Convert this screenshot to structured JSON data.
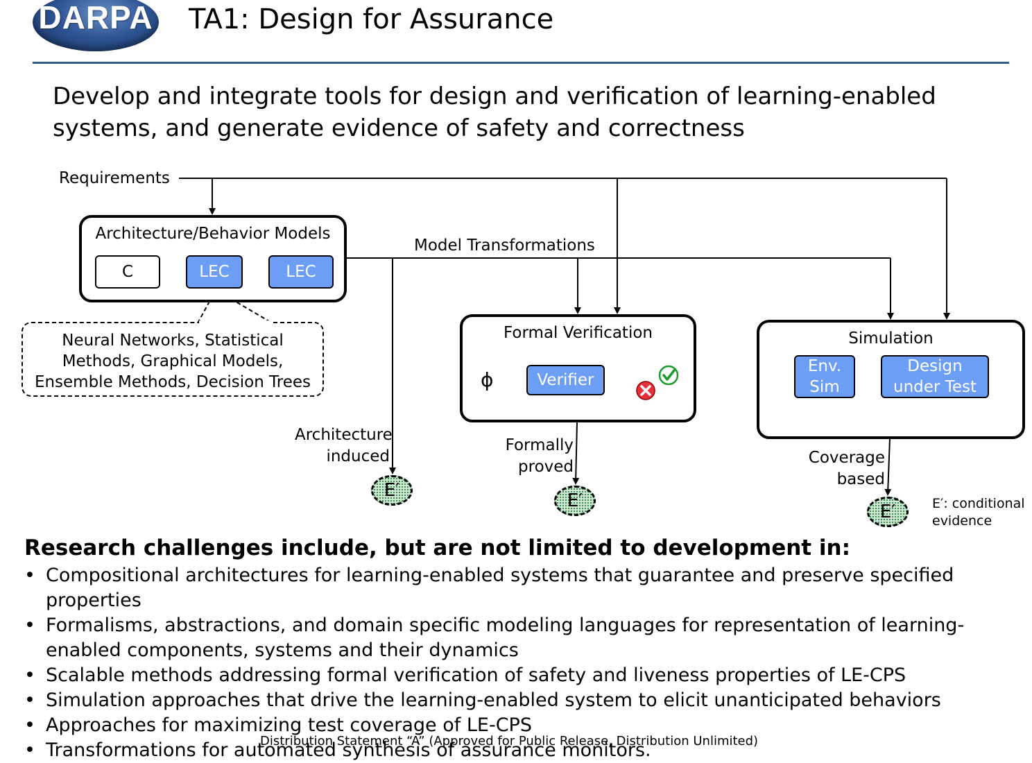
{
  "header": {
    "logo_text": "DARPA",
    "title": "TA1: Design for Assurance"
  },
  "subtitle": "Develop and integrate tools for design and verification of learning-enabled systems, and generate evidence of safety and correctness",
  "diagram": {
    "requirements_label": "Requirements",
    "model_transformations_label": "Model Transformations",
    "arch_box": {
      "title": "Architecture/Behavior Models",
      "c_label": "C",
      "lec1_label": "LEC",
      "lec2_label": "LEC"
    },
    "lec_callout": "Neural Networks, Statistical Methods, Graphical Models, Ensemble Methods, Decision Trees",
    "formal_box": {
      "title": "Formal Verification",
      "phi_symbol": "ϕ",
      "verifier_label": "Verifier",
      "check_icon": "check-circle-icon",
      "cross_icon": "x-circle-icon"
    },
    "sim_box": {
      "title": "Simulation",
      "env_sim_label": "Env. Sim",
      "dut_label": "Design under Test"
    },
    "evidence": [
      {
        "label_line1": "Architecture",
        "label_line2": "induced",
        "symbol": "E′"
      },
      {
        "label_line1": "Formally",
        "label_line2": "proved",
        "symbol": "E′"
      },
      {
        "label_line1": "Coverage",
        "label_line2": "based",
        "symbol": "E′"
      }
    ],
    "legend_line1": "E′: conditional",
    "legend_line2": "evidence",
    "colors": {
      "lec_fill": "#6d9ef5",
      "evidence_fill": "#cfe8d4",
      "rule": "#2e5f8a"
    }
  },
  "challenges": {
    "heading": "Research challenges include, but are not limited to development in:",
    "items": [
      "Compositional architectures for learning-enabled systems that guarantee and preserve specified properties",
      "Formalisms, abstractions, and domain specific modeling languages for representation of learning-enabled components, systems and their dynamics",
      "Scalable methods addressing formal verification of safety and liveness properties of LE-CPS",
      "Simulation approaches that drive the learning-enabled system to elicit unanticipated behaviors",
      "Approaches for maximizing test coverage of LE-CPS",
      "Transformations for automated synthesis of assurance monitors."
    ]
  },
  "footer": "Distribution Statement “A” (Approved for Public Release, Distribution Unlimited)"
}
